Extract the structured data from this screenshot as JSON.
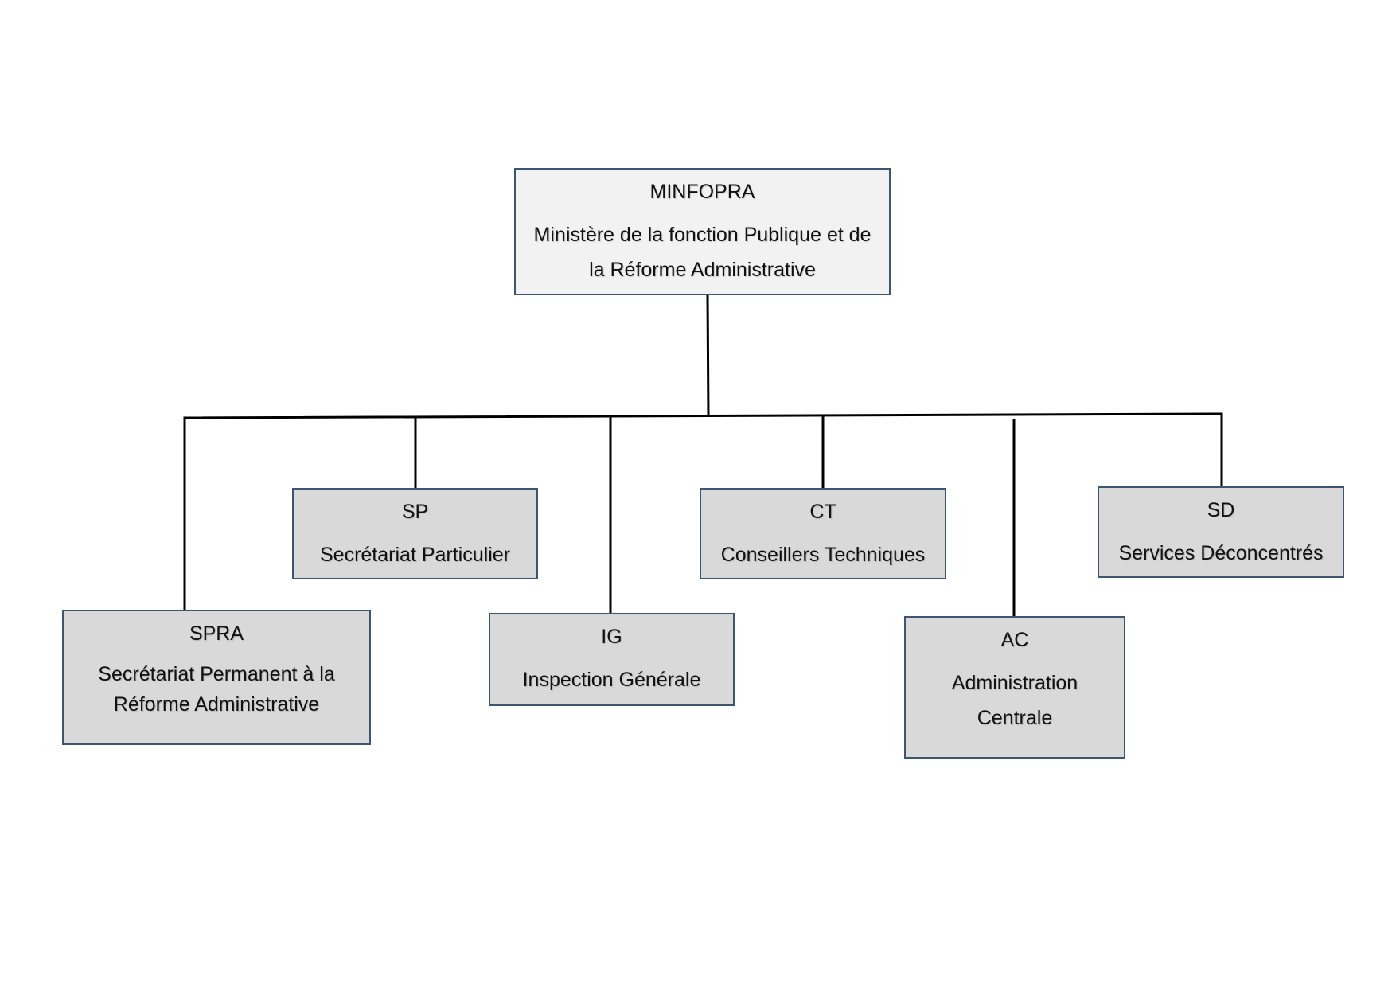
{
  "colors": {
    "root_fill": "#f2f2f2",
    "box_fill": "#d9d9d9",
    "box_border": "#3b5573",
    "connector": "#000000"
  },
  "root": {
    "abbr": "MINFOPRA",
    "full": "Ministère de la fonction Publique et de la Réforme Administrative"
  },
  "units": [
    {
      "id": "spra",
      "abbr": "SPRA",
      "full": "Secrétariat Permanent à la Réforme Administrative"
    },
    {
      "id": "sp",
      "abbr": "SP",
      "full": "Secrétariat Particulier"
    },
    {
      "id": "ig",
      "abbr": "IG",
      "full": "Inspection Générale"
    },
    {
      "id": "ct",
      "abbr": "CT",
      "full": "Conseillers Techniques"
    },
    {
      "id": "ac",
      "abbr": "AC",
      "full": "Administration Centrale"
    },
    {
      "id": "sd",
      "abbr": "SD",
      "full": "Services Déconcentrés"
    }
  ]
}
